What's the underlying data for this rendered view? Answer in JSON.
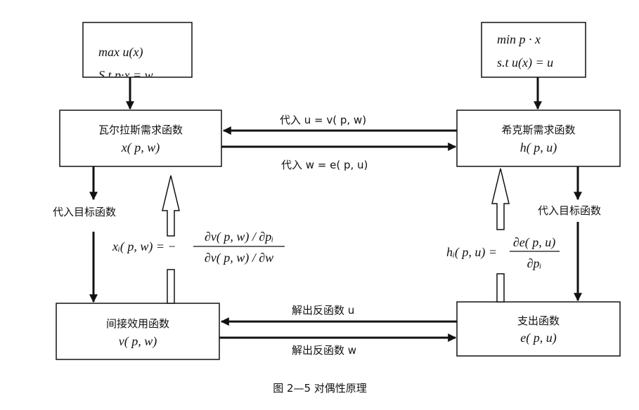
{
  "boxes": {
    "utility_max": {
      "line1": "max  u(x)",
      "line2": "S.t   p·x = w"
    },
    "expenditure_min": {
      "line1": "min p · x",
      "line2": "s.t   u(x) = u"
    },
    "walras": {
      "title": "瓦尔拉斯需求函数",
      "formula": "x( p, w)"
    },
    "hicks": {
      "title": "希克斯需求函数",
      "formula": "h( p, u)"
    },
    "indirect": {
      "title": "间接效用函数",
      "formula": "v( p, w)"
    },
    "expenditure": {
      "title": "支出函数",
      "formula": "e( p, u)"
    }
  },
  "arrows": {
    "hicks_to_walras": "代入 u = v( p, w)",
    "walras_to_hicks": "代入 w = e( p, u)",
    "left_down": "代入目标函数",
    "right_down": "代入目标函数",
    "exp_to_indirect": "解出反函数 u",
    "indirect_to_exp": "解出反函数 w"
  },
  "formulas": {
    "roy_lhs": "xᵢ( p, w) = −",
    "roy_num": "∂v( p, w) / ∂pᵢ",
    "roy_den": "∂v( p, w) / ∂w",
    "shephard_lhs": "hᵢ( p, u) =",
    "shephard_num": "∂e( p, u)",
    "shephard_den": "∂pᵢ"
  },
  "caption": "图 2—5    对偶性原理"
}
